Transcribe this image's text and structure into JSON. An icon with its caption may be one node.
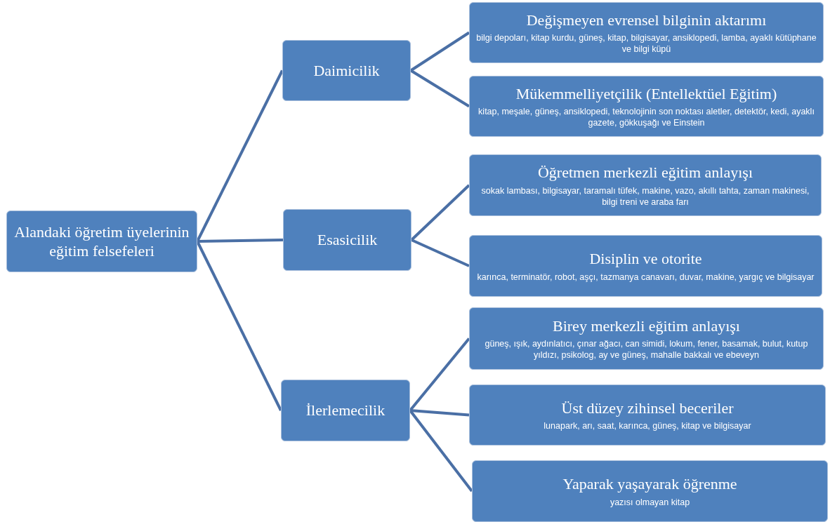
{
  "diagram": {
    "nodes": [
      {
        "text": [
          "Alandaki öğretim üyelerinin eğitim felsefeleri"
        ]
      },
      {
        "text": [
          "Daimicilik"
        ]
      },
      {
        "text": [
          "Esasicilik"
        ]
      },
      {
        "text": [
          "İlerlemecilik"
        ]
      },
      {
        "text": [
          "Değişmeyen evrensel bilginin aktarımı",
          "bilgi depoları, kitap kurdu, güneş, kitap, bilgisayar, ansiklopedi, lamba, ayaklı kütüphane ve bilgi küpü"
        ]
      },
      {
        "text": [
          "Mükemmelliyetçilik (Entellektüel Eğitim)",
          "kitap, meşale, güneş, ansiklopedi, teknolojinin son noktası aletler, detektör, kedi, ayaklı gazete, gökkuşağı ve Einstein"
        ]
      },
      {
        "text": [
          "Öğretmen merkezli eğitim anlayışı",
          "sokak lambası, bilgisayar, taramalı tüfek, makine, vazo, akıllı tahta, zaman makinesi, bilgi treni ve araba farı"
        ]
      },
      {
        "text": [
          "Disiplin ve otorite",
          "karınca, terminatör, robot, aşçı, tazmanya canavarı, duvar, makine, yargıç ve bilgisayar"
        ]
      },
      {
        "text": [
          "Birey merkezli eğitim anlayışı",
          "güneş, ışık, aydınlatıcı, çınar ağacı, can simidi, lokum, fener, basamak, bulut, kutup yıldızı, psikolog, ay ve güneş, mahalle bakkalı ve ebeveyn"
        ]
      },
      {
        "text": [
          "Üst düzey zihinsel beceriler",
          "lunapark, arı, saat, karınca, güneş, kitap ve bilgisayar"
        ]
      },
      {
        "text": [
          "Yaparak yaşayarak öğrenme",
          "yazısı olmayan kitap"
        ]
      }
    ],
    "edges": [
      {
        "from": 0,
        "to": 1,
        "arrow": "none"
      },
      {
        "from": 0,
        "to": 2,
        "arrow": "none"
      },
      {
        "from": 0,
        "to": 3,
        "arrow": "none"
      },
      {
        "from": 1,
        "to": 4,
        "arrow": "none"
      },
      {
        "from": 1,
        "to": 5,
        "arrow": "none"
      },
      {
        "from": 2,
        "to": 6,
        "arrow": "none"
      },
      {
        "from": 2,
        "to": 7,
        "arrow": "none"
      },
      {
        "from": 3,
        "to": 8,
        "arrow": "none"
      },
      {
        "from": 3,
        "to": 9,
        "arrow": "none"
      },
      {
        "from": 3,
        "to": 10,
        "arrow": "none"
      }
    ]
  }
}
